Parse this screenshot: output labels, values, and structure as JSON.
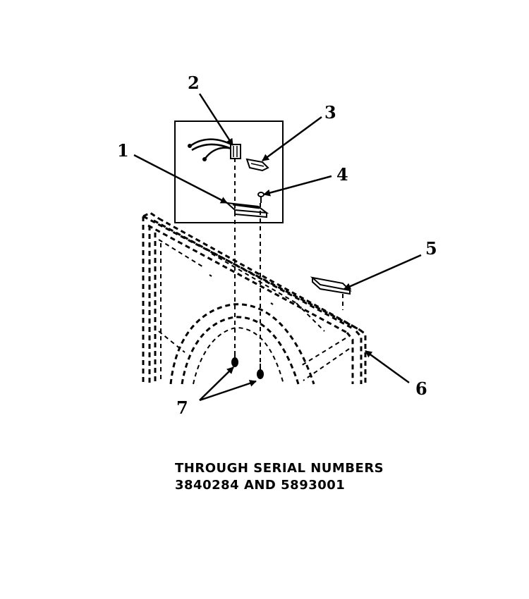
{
  "callouts": {
    "c1": "1",
    "c2": "2",
    "c3": "3",
    "c4": "4",
    "c5": "5",
    "c6": "6",
    "c7": "7"
  },
  "caption": {
    "line1": "THROUGH SERIAL NUMBERS",
    "line2": "3840284 AND 5893001"
  },
  "colors": {
    "ink": "#000000",
    "paper": "#ffffff"
  }
}
